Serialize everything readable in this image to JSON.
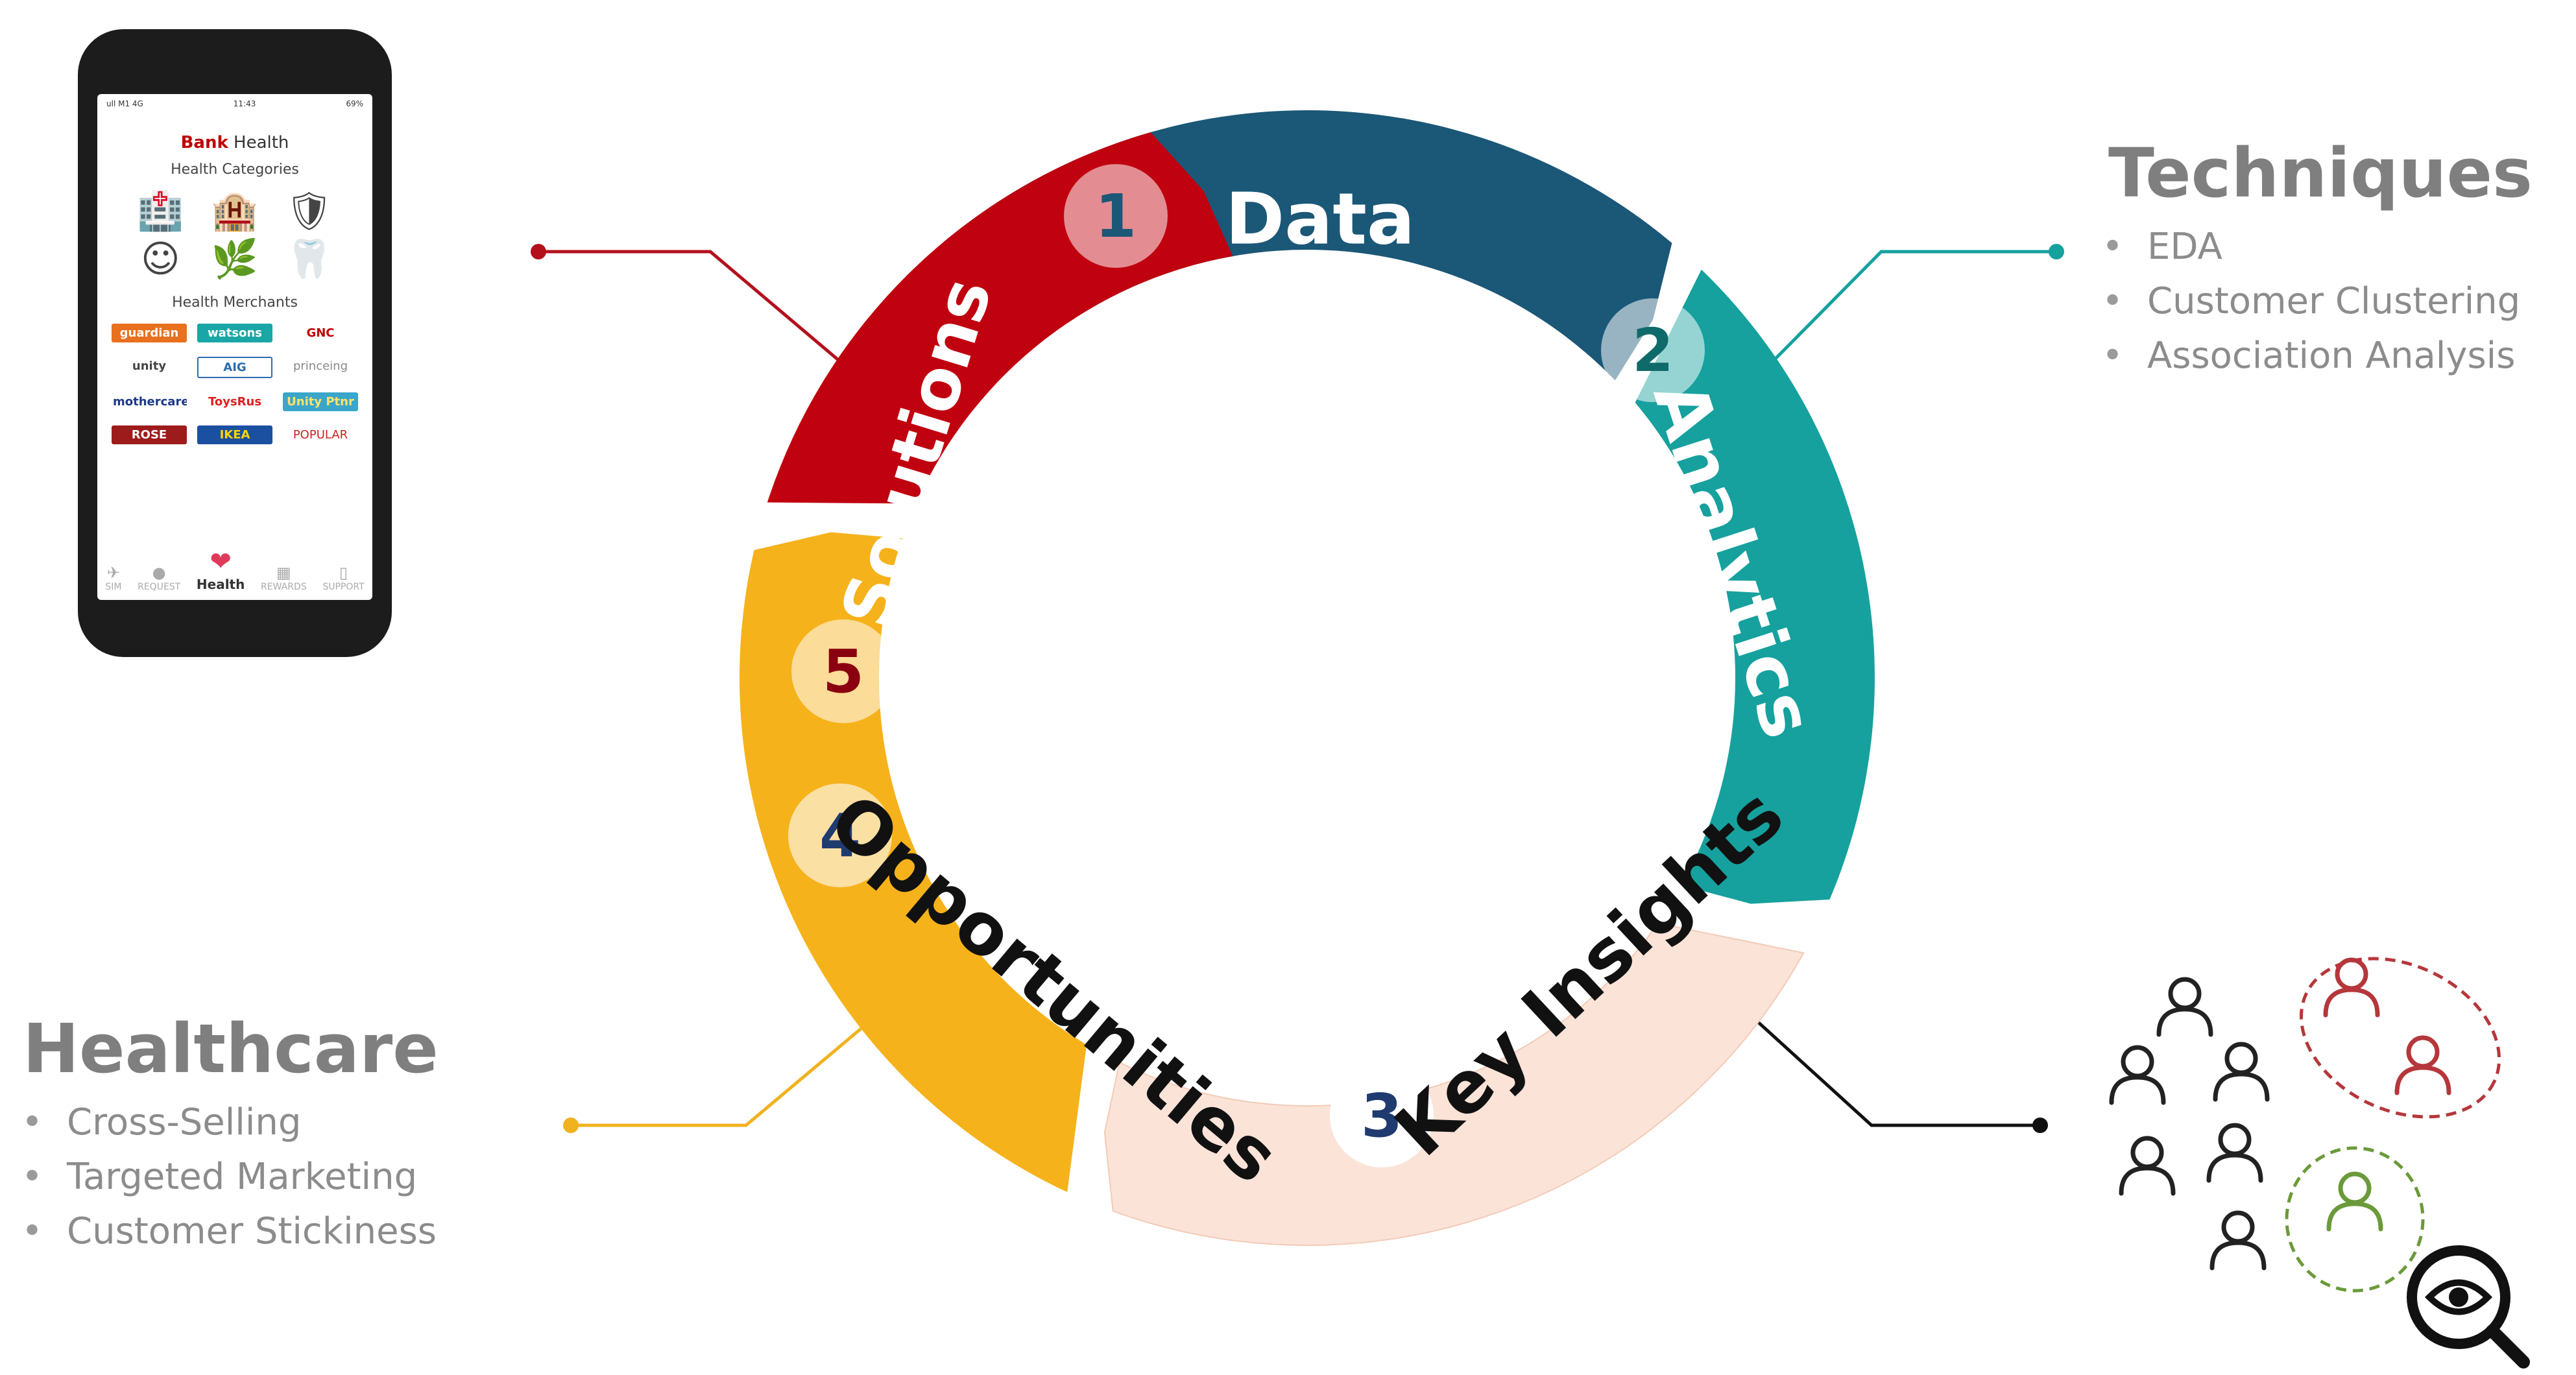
{
  "cycle": {
    "segments": [
      {
        "number": "1",
        "label": "Data",
        "color": "#1b5777"
      },
      {
        "number": "2",
        "label": "Analytics",
        "color": "#16a19e"
      },
      {
        "number": "3",
        "label": "Key Insights",
        "color": "#fbe3d8"
      },
      {
        "number": "4",
        "label": "Opportunities",
        "color": "#f6b21b"
      },
      {
        "number": "5",
        "label": "Solutions",
        "color": "#c0010f"
      }
    ]
  },
  "techniques": {
    "heading": "Techniques",
    "items": [
      "EDA",
      "Customer Clustering",
      "Association Analysis"
    ]
  },
  "healthcare": {
    "heading": "Healthcare",
    "items": [
      "Cross-Selling",
      "Targeted Marketing",
      "Customer Stickiness"
    ]
  },
  "phone": {
    "status_left": "ull M1 4G",
    "status_time": "11:43",
    "status_right": "69%",
    "title_bold": "Bank",
    "title_rest": " Health",
    "categories_label": "Health Categories",
    "merchants_label": "Health Merchants",
    "merchants": [
      "guardian",
      "watsons",
      "GNC",
      "unity",
      "AIG",
      "princeing",
      "mothercare",
      "ToysRus",
      "Unity Ptnr",
      "ROSE",
      "IKEA",
      "POPULAR"
    ],
    "nav": [
      "SIM",
      "REQUEST",
      "Health",
      "REWARDS",
      "SUPPORT"
    ]
  },
  "clusters": {
    "red_color": "#b5373b",
    "green_color": "#6b9a3a"
  }
}
